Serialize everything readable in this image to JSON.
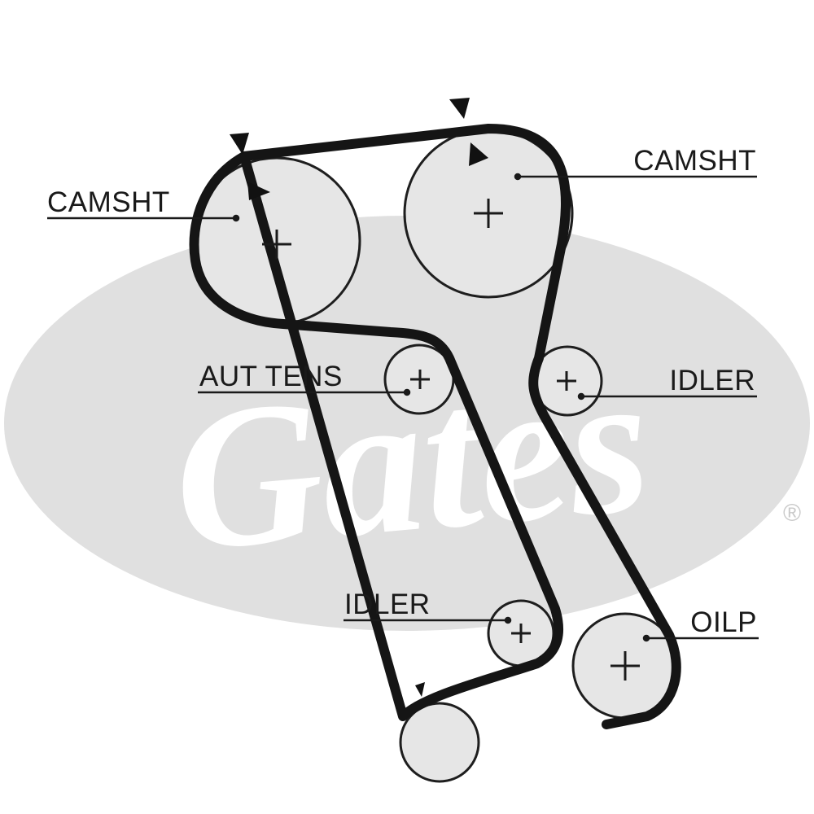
{
  "diagram": {
    "brand": "Gates",
    "registered_mark": "®",
    "labels": {
      "camshaft_left": "CAMSHT",
      "camshaft_right": "CAMSHT",
      "auto_tensioner": "AUT TENS",
      "idler_upper_right": "IDLER",
      "idler_lower": "IDLER",
      "oil_pump": "OILP"
    },
    "colors": {
      "belt": "#151515",
      "pulley_fill": "#e6e6e6",
      "pulley_stroke": "#1e1e1e",
      "logo_background": "#e0e0e0",
      "logo_text": "#ffffff",
      "label_text": "#1a1a1a"
    },
    "icons": [
      "timing-mark-arrow",
      "center-cross"
    ]
  }
}
